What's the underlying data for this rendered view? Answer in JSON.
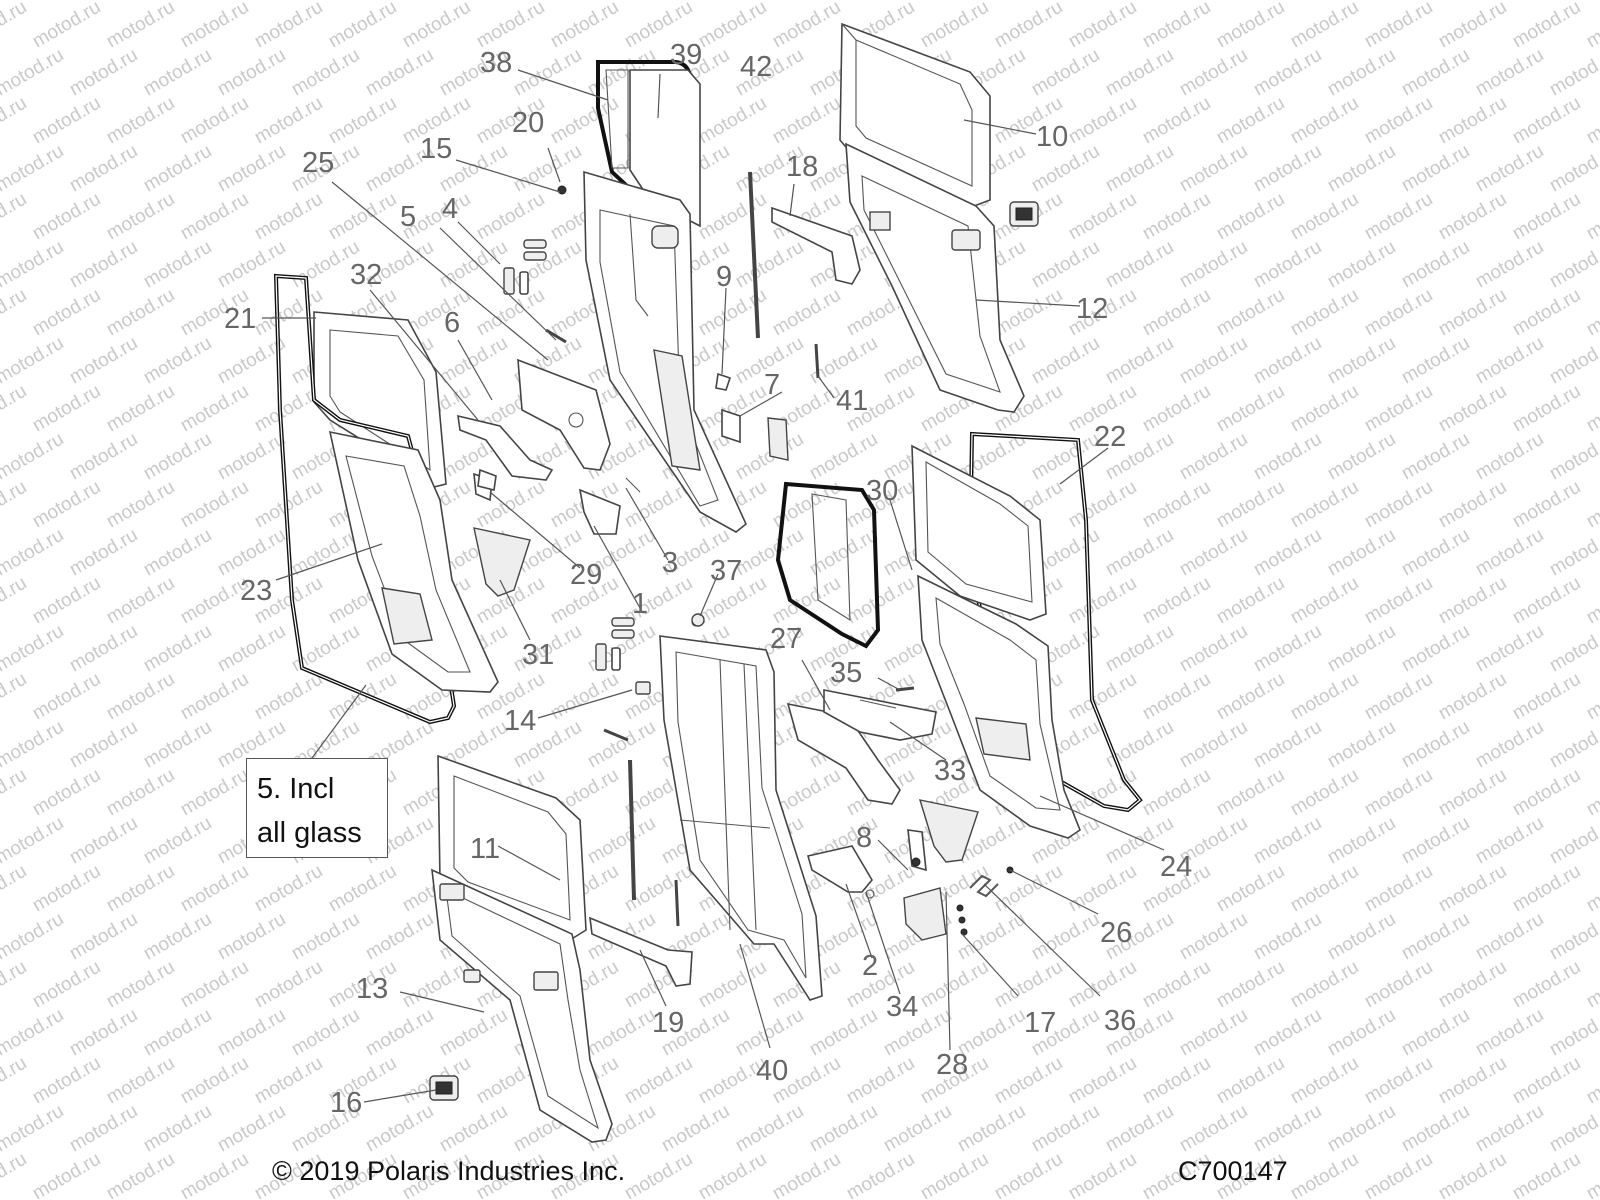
{
  "watermark": {
    "text": "motod.ru"
  },
  "callouts": [
    "1",
    "2",
    "3",
    "4",
    "5",
    "6",
    "7",
    "8",
    "9",
    "10",
    "11",
    "12",
    "13",
    "14",
    "15",
    "16",
    "17",
    "19",
    "18",
    "20",
    "21",
    "22",
    "23",
    "24",
    "25",
    "26",
    "27",
    "28",
    "29",
    "30",
    "31",
    "32",
    "33",
    "34",
    "35",
    "36",
    "37",
    "38",
    "39",
    "40",
    "41",
    "42"
  ],
  "note": {
    "line1": "5. Incl",
    "line2": "all glass"
  },
  "footer": {
    "copyright": "© 2019 Polaris Industries Inc.",
    "code": "C700147"
  },
  "colors": {
    "line": "#444444",
    "callout_text": "#666666",
    "watermark": "#c9c9c9",
    "seal": "#111111"
  }
}
